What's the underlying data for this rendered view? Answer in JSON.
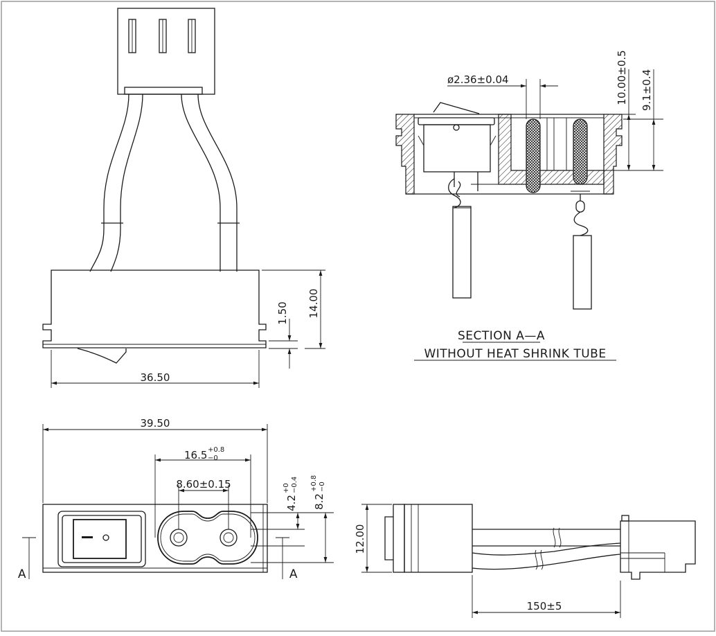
{
  "dimensions": {
    "d_36_50": "36.50",
    "d_1_50": "1.50",
    "d_14_00": "14.00",
    "d_39_50": "39.50",
    "d_16_5_base": "16.5",
    "d_16_5_tol_upper": "+0.8",
    "d_16_5_tol_lower": "−0",
    "d_8_60": "8.60±0.15",
    "d_4_2_base": "4.2",
    "d_4_2_tol_upper": "+0",
    "d_4_2_tol_lower": "−0.4",
    "d_8_2_base": "8.2",
    "d_8_2_tol_upper": "+0.8",
    "d_8_2_tol_lower": "−0",
    "d_12_00": "12.00",
    "d_150": "150±5",
    "d_pin_dia": "ø2.36±0.04",
    "d_10_00": "10.00±0.5",
    "d_9_1": "9.1±0.4"
  },
  "section": {
    "title": "SECTION  A—A",
    "subtitle": "WITHOUT  HEAT  SHRINK  TUBE",
    "marker_left": "A",
    "marker_right": "A"
  },
  "colors": {
    "line": "#1a1a1a",
    "frame": "#9a9a9a",
    "background": "#ffffff"
  }
}
